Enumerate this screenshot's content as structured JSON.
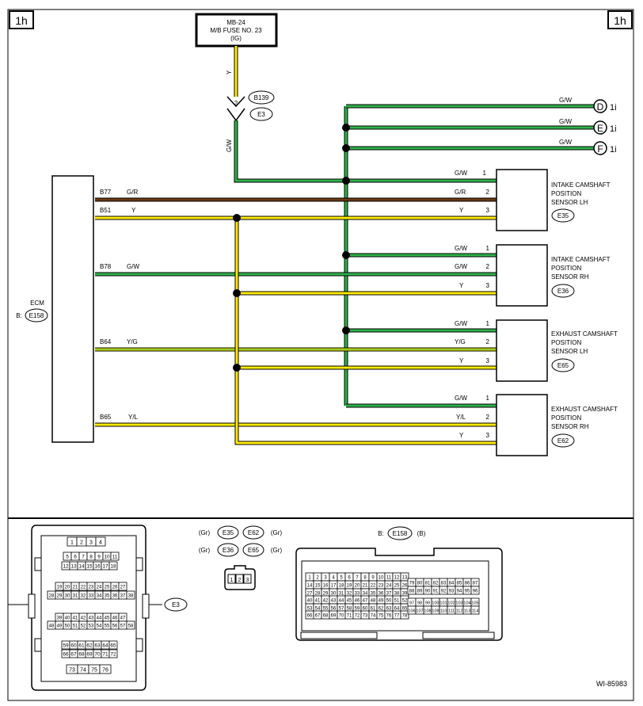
{
  "page_tags": {
    "left": "1h",
    "right": "1h"
  },
  "fuse": {
    "line1": "MB-24",
    "line2": "M/B FUSE NO. 23",
    "line3": "(IG)"
  },
  "fuse_wire": {
    "upper": "Y",
    "lower": "G/W",
    "pin": "2"
  },
  "joint_connectors": [
    "B139",
    "E3"
  ],
  "offpage": [
    {
      "letter": "D",
      "ref": "1i",
      "wire": "G/W"
    },
    {
      "letter": "E",
      "ref": "1i",
      "wire": "G/W"
    },
    {
      "letter": "F",
      "ref": "1i",
      "wire": "G/W"
    }
  ],
  "ecm": {
    "label": "ECM",
    "prefix": "B:",
    "connector": "E158"
  },
  "ecm_pins": [
    {
      "pin": "B77",
      "wire": "G/R"
    },
    {
      "pin": "B51",
      "wire": "Y"
    },
    {
      "pin": "B78",
      "wire": "G/W"
    },
    {
      "pin": "B64",
      "wire": "Y/G"
    },
    {
      "pin": "B65",
      "wire": "Y/L"
    }
  ],
  "sensors": [
    {
      "name": [
        "INTAKE CAMSHAFT",
        "POSITION",
        "SENSOR LH"
      ],
      "connector": "E35",
      "pins": [
        {
          "wire": "G/W",
          "num": "1"
        },
        {
          "wire": "G/R",
          "num": "2"
        },
        {
          "wire": "Y",
          "num": "3"
        }
      ]
    },
    {
      "name": [
        "INTAKE CAMSHAFT",
        "POSITION",
        "SENSOR RH"
      ],
      "connector": "E36",
      "pins": [
        {
          "wire": "G/W",
          "num": "1"
        },
        {
          "wire": "G/W",
          "num": "2"
        },
        {
          "wire": "Y",
          "num": "3"
        }
      ]
    },
    {
      "name": [
        "EXHAUST CAMSHAFT",
        "POSITION",
        "SENSOR LH"
      ],
      "connector": "E65",
      "pins": [
        {
          "wire": "G/W",
          "num": "1"
        },
        {
          "wire": "Y/G",
          "num": "2"
        },
        {
          "wire": "Y",
          "num": "3"
        }
      ]
    },
    {
      "name": [
        "EXHAUST CAMSHAFT",
        "POSITION",
        "SENSOR RH"
      ],
      "connector": "E62",
      "pins": [
        {
          "wire": "G/W",
          "num": "1"
        },
        {
          "wire": "Y/L",
          "num": "2"
        },
        {
          "wire": "Y",
          "num": "3"
        }
      ]
    }
  ],
  "connector_views": {
    "e3": {
      "label": "E3"
    },
    "small": {
      "row1": [
        "(Gr)",
        "E35",
        "E62",
        "(Gr)"
      ],
      "row2": [
        "(Gr)",
        "E36",
        "E65",
        "(Gr)"
      ],
      "pins": [
        "1",
        "2",
        "3"
      ]
    },
    "e158": {
      "prefix": "B:",
      "label": "E158",
      "color": "(B)"
    }
  },
  "figure_id": "WI-85983",
  "colors": {
    "yellow": "#ffeb00",
    "green": "#2eb24a",
    "brown": "#6b3a12",
    "black": "#000000"
  }
}
